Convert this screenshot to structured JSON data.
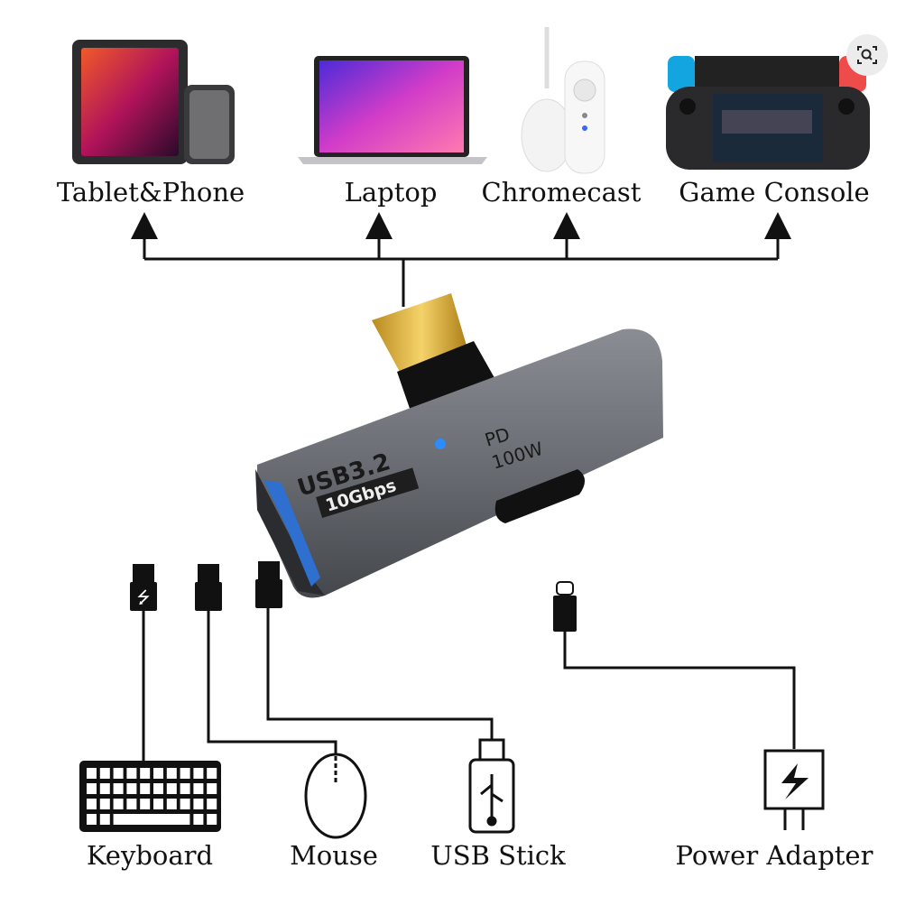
{
  "top_devices": [
    {
      "label": "Tablet&Phone"
    },
    {
      "label": "Laptop"
    },
    {
      "label": "Chromecast"
    },
    {
      "label": "Game Console"
    }
  ],
  "adapter": {
    "usb_label": "USB3.2",
    "speed_label": "10Gbps",
    "pd_label": "PD",
    "power_label": "100W",
    "led_color": "#2a8cff"
  },
  "bottom_devices": [
    {
      "label": "Keyboard"
    },
    {
      "label": "Mouse"
    },
    {
      "label": "USB Stick"
    },
    {
      "label": "Power Adapter"
    }
  ],
  "visual_search": {
    "icon": "visual-search-icon"
  }
}
